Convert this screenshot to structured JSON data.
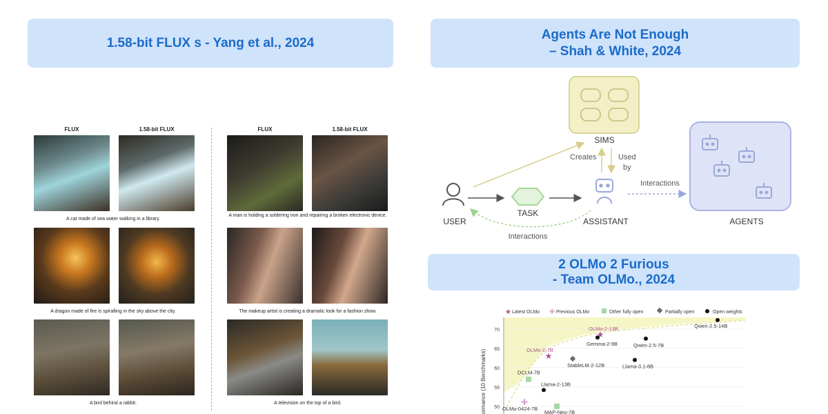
{
  "banners": {
    "flux": "1.58-bit FLUX s - Yang et al., 2024",
    "agents_line1": "Agents Are Not Enough",
    "agents_line2": "– Shah & White, 2024",
    "olmo_line1": "2 OLMo 2 Furious",
    "olmo_line2": "- Team OLMo., 2024"
  },
  "flux_figure": {
    "col_flux": "FLUX",
    "col_bit": "1.58-bit FLUX",
    "captions": [
      "A cat made of sea water walking in a library.",
      "A man is holding a soldering iron and repairing a broken electronic device.",
      "A dragon made of fire is spiralling in the sky above the city.",
      "The makeup artist is creating a dramatic look for a fashion show.",
      "A bird behind a rabbit.",
      "A television on the top of a bird."
    ]
  },
  "agents_diagram": {
    "user": "USER",
    "task": "TASK",
    "assistant": "ASSISTANT",
    "sims": "SIMS",
    "agents": "AGENTS",
    "creates": "Creates",
    "used": "Used",
    "by": "by",
    "interactions_right": "Interactions",
    "interactions_bottom": "Interactions",
    "colors": {
      "sims_fill": "#f3f0c8",
      "sims_stroke": "#d9d49a",
      "agents_fill": "#dfe3f7",
      "agents_stroke": "#aab3e3",
      "task_fill": "#e3f3dc",
      "task_stroke": "#a9d59a"
    }
  },
  "olmo_chart": {
    "legend": [
      "Latest OLMo",
      "Previous OLMo",
      "Other fully open",
      "Partially open",
      "Open weights"
    ],
    "ylabel_visible": "ormance (10 Benchmarks)",
    "colors": {
      "latest": "#b0508f",
      "previous": "#d9a5cc",
      "fully_open": "#a7d7a6",
      "partial": "#6b6b6b",
      "weights": "#111111",
      "frontier": "#f5f6c6"
    }
  },
  "chart_data": {
    "type": "scatter",
    "ylabel": "ormance (10 Benchmarks)",
    "yticks": [
      50,
      55,
      60,
      65,
      70
    ],
    "ylim": [
      48,
      73
    ],
    "points": [
      {
        "label": "OLMo-2-13B",
        "y": 68.5,
        "group": "Latest OLMo"
      },
      {
        "label": "OLMo-2-7B",
        "y": 63,
        "group": "Latest OLMo"
      },
      {
        "label": "OLMo-0424-7B",
        "y": 51,
        "group": "Previous OLMo"
      },
      {
        "label": "DCLM-7B",
        "y": 57,
        "group": "Other fully open"
      },
      {
        "label": "MAP-Neo-7B",
        "y": 50,
        "group": "Other fully open"
      },
      {
        "label": "StableLM-2-12B",
        "y": 62.3,
        "group": "Partially open"
      },
      {
        "label": "Qwen-2.5-14B",
        "y": 72.3,
        "group": "Open weights"
      },
      {
        "label": "Qwen-2.5-7B",
        "y": 67.5,
        "group": "Open weights"
      },
      {
        "label": "Gemma-2-9B",
        "y": 67.8,
        "group": "Open weights"
      },
      {
        "label": "Llama-3.1-8B",
        "y": 62,
        "group": "Open weights"
      },
      {
        "label": "Llama-2-13B",
        "y": 54.2,
        "group": "Open weights"
      }
    ]
  }
}
